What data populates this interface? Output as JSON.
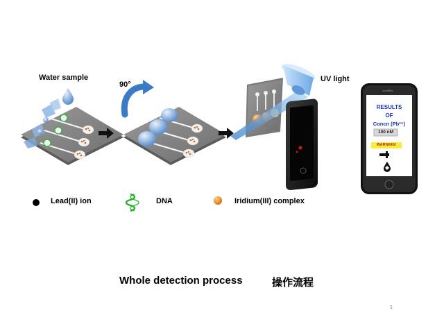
{
  "labels": {
    "water_sample": "Water sample",
    "rotation": "90°",
    "uv_light": "UV light"
  },
  "legend": [
    {
      "icon": "lead-ion-dot",
      "label": "Lead(II) ion",
      "color": "#000000"
    },
    {
      "icon": "dna-helix",
      "label": "DNA",
      "color": "#22b02a"
    },
    {
      "icon": "iridium-complex-ball",
      "label": "Iridium(III) complex",
      "color": "#f08a1c"
    }
  ],
  "phone_screen": {
    "results": "RESULTS",
    "of": "OF",
    "concn": "Concn (Pb²⁺)",
    "value": "100 nM",
    "warning": "WARNING!"
  },
  "caption": {
    "english": "Whole detection process",
    "chinese": "操作流程"
  },
  "page_number": "1",
  "colors": {
    "chip": "#8a8a8a",
    "droplet": "#7fa8d8",
    "arrow_blue": "#3b7bc4",
    "uv_light": "#9ec8f0",
    "phone_text": "#1a33b8",
    "warning_bg": "#f5ef3a"
  }
}
